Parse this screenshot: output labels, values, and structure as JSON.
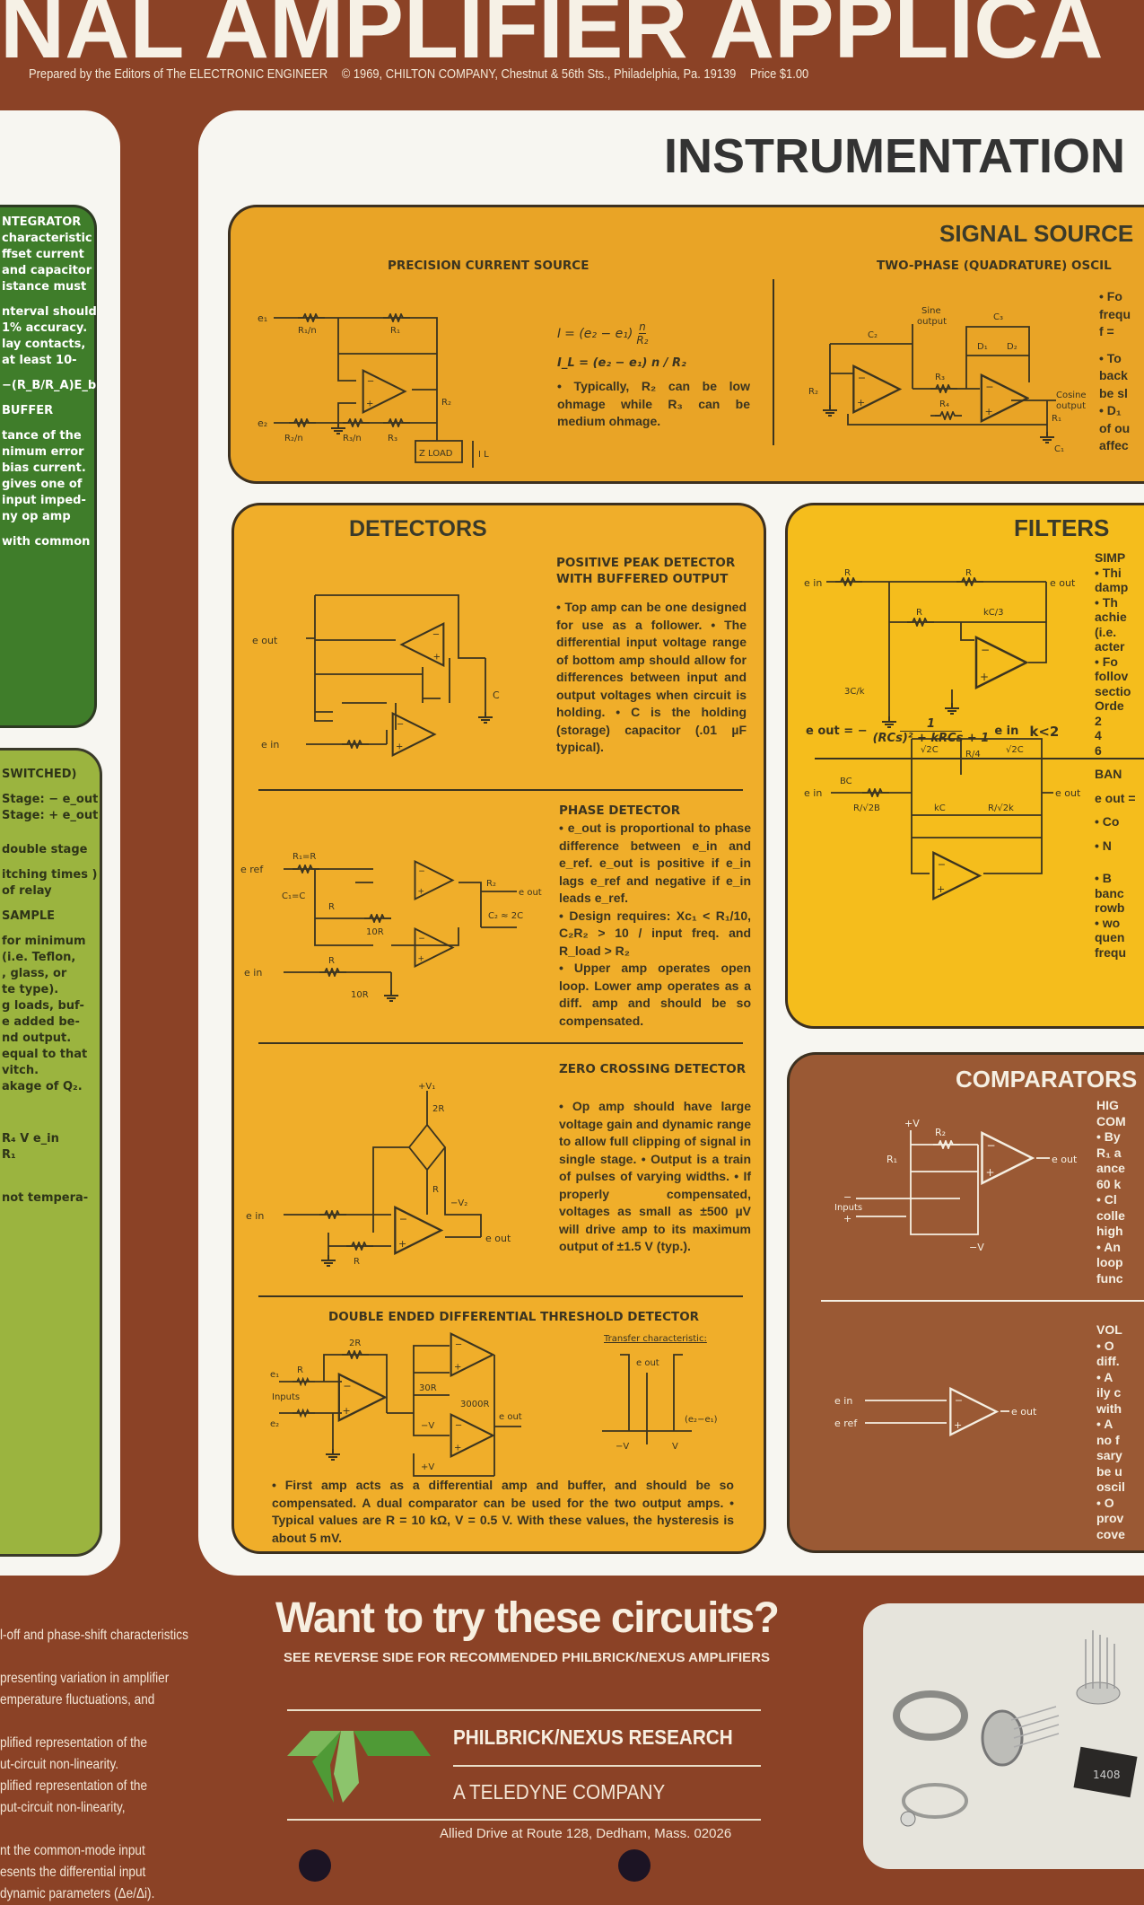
{
  "header": {
    "title": "NAL AMPLIFIER APPLICA",
    "credit": "Prepared by the Editors of The ELECTRONIC ENGINEER",
    "copyright": "© 1969, CHILTON COMPANY, Chestnut & 56th Sts., Philadelphia, Pa. 19139",
    "price": "Price $1.00"
  },
  "left_column": {
    "green_lines": [
      "NTEGRATOR",
      "characteristic",
      "ffset current",
      "and capacitor",
      "istance must",
      "",
      "nterval should",
      "1% accuracy.",
      "lay contacts,",
      " at least 10-",
      "",
      "−(R_B/R_A)E_b",
      "",
      "BUFFER",
      "",
      "tance of the",
      "nimum error",
      "bias current.",
      "gives one of",
      "input imped-",
      "ny op amp",
      "",
      "with common"
    ],
    "lgreen_lines": [
      "",
      "SWITCHED)",
      "",
      "Stage: − e_out",
      "Stage: + e_out",
      "",
      "",
      "double stage",
      "",
      "itching times )",
      "of relay",
      "",
      "SAMPLE",
      "",
      "for minimum",
      "(i.e. Teflon,",
      ", glass, or",
      "te type).",
      "g loads, buf-",
      "e added be-",
      "nd output.",
      "equal to that",
      "vitch.",
      "akage of Q₂.",
      "",
      "",
      "",
      "",
      "R₄ V     e_in",
      "R₁",
      "",
      "",
      "",
      "not tempera-"
    ]
  },
  "instrumentation_title": "INSTRUMENTATION",
  "signal_sources": {
    "title": "SIGNAL SOURCE",
    "current_source": {
      "title": "PRECISION CURRENT SOURCE",
      "formula": "I_L = (e₂ − e₁) n / R₂",
      "formula_left": "I",
      "formula_mid": "= (e₂ − e₁)",
      "formula_num": "n",
      "formula_den": "R₂",
      "note": "• Typically, R₂ can be low ohmage while R₃ can be medium ohmage.",
      "labels": {
        "e1": "e₁",
        "e2": "e₂",
        "r1n": "R₁/n",
        "r1": "R₁",
        "r2n": "R₂/n",
        "r3n": "R₃/n",
        "r3": "R₃",
        "r2": "R₂",
        "zload": "Z LOAD",
        "il": "I L"
      }
    },
    "oscillator": {
      "title": "TWO-PHASE (QUADRATURE) OSCIL",
      "labels": {
        "sine": "Sine",
        "sine2": "output",
        "cosine": "Cosine",
        "cosine2": "output",
        "c1": "C₁",
        "c2": "C₂",
        "c3": "C₃",
        "d1": "D₁",
        "d2": "D₂",
        "r1": "R₁",
        "r2": "R₂",
        "r3": "R₃",
        "r4": "R₄"
      },
      "fragments": [
        "• Fo",
        "frequ",
        "f = ",
        "",
        "• To",
        "back",
        "be sl",
        "• D₁",
        "of ou",
        "affec"
      ]
    }
  },
  "detectors": {
    "title": "DETECTORS",
    "peak": {
      "title1": "POSITIVE PEAK DETECTOR",
      "title2": "WITH BUFFERED OUTPUT",
      "text": "• Top amp can be one designed for use as a follower. • The differential input voltage range of bottom amp should allow for differences between input and output voltages when circuit is holding. • C is the holding (storage) capacitor (.01 µF typical).",
      "labels": {
        "eout": "e out",
        "ein": "e in",
        "c": "C"
      }
    },
    "phase": {
      "title": "PHASE DETECTOR",
      "text1": "• e_out is proportional to phase difference between e_in and e_ref. e_out is positive if e_in lags e_ref and negative if e_in leads e_ref.",
      "text2": "• Design requires: Xc₁ < R₁/10, C₂R₂ > 10 / input freq. and R_load > R₂",
      "text3": "• Upper amp operates open loop. Lower amp operates as a diff. amp and should be so compensated.",
      "labels": {
        "eref": "e ref",
        "ein": "e in",
        "r1r": "R₁=R",
        "c1c": "C₁=C",
        "r": "R",
        "r2": "R",
        "tenr": "10R",
        "tenr2": "10R",
        "r2b": "R₂",
        "eout": "e out",
        "c2": "C₂ ≈ 2C"
      }
    },
    "zero": {
      "title": "ZERO CROSSING DETECTOR",
      "text": "• Op amp should have large voltage gain and dynamic range to allow full clipping of signal in single stage. • Output is a train of pulses of varying widths. • If properly compensated, voltages as small as ±500 µV will drive amp to its maximum output of ±1.5 V (typ.).",
      "labels": {
        "v1": "+V₁",
        "v2": "−V₂",
        "r2": "2R",
        "r": "R",
        "rr": "R",
        "ein": "e in",
        "eout": "e out"
      }
    },
    "threshold": {
      "title": "DOUBLE ENDED DIFFERENTIAL THRESHOLD DETECTOR",
      "transfer": "Transfer characteristic:",
      "text": "• First amp acts as a differential amp and buffer, and should be so compensated. A dual comparator can be used for the two output amps. • Typical values are R = 10 kΩ, V = 0.5 V. With these values, the hysteresis is about 5 mV.",
      "labels": {
        "e1": "e₁",
        "e2": "e₂",
        "inputs": "Inputs",
        "r": "R",
        "r2": "2R",
        "r30": "30R",
        "r3000": "3000R",
        "mv": "−V",
        "pv": "+V",
        "eout": "e out",
        "xm": "−V",
        "xp": "V",
        "xlab": "(e₂−e₁)"
      }
    }
  },
  "filters": {
    "title": "FILTERS",
    "formula": "e_out = − 1 / ((RCs)² + kRCs + 1) · e_in   k<2",
    "f_left": "e out = −",
    "f_num": "1",
    "f_den": "(RCs)² + kRCs + 1",
    "f_right": "e in",
    "f_cond": "k<2",
    "labels": {
      "ein": "e in",
      "eout": "e out",
      "r": "R",
      "kc3": "kC/3",
      "c3k": "3C/k",
      "bc": "BC",
      "rs2b": "R/√2B",
      "s2c": "√2C",
      "r4": "R/4",
      "kc": "kC",
      "rs2k": "R/√2k"
    },
    "fragments": [
      "SIMP",
      "• Thi",
      "damp",
      "• Th",
      "achie",
      "(i.e.",
      "acter",
      "• Fo",
      "follov",
      "sectio",
      "Orde",
      " 2",
      " 4",
      " 6",
      "",
      "BAN",
      "",
      "e out =",
      "",
      "• Co",
      "",
      "• N",
      "",
      "",
      "• B",
      "banc",
      "rowb",
      "• wo",
      "quen",
      "frequ"
    ]
  },
  "comparators": {
    "title": "COMPARATORS",
    "labels": {
      "pv": "+V",
      "mv": "−V",
      "r1": "R₁",
      "r2": "R₂",
      "eout": "e out",
      "inputs": "Inputs",
      "minus": "−",
      "plus": "+",
      "ein": "e in",
      "eref": "e ref",
      "eout2": "e out"
    },
    "fragments": [
      "HIG",
      "COM",
      "• By",
      "R₁ a",
      "ance",
      "60 k",
      "• Cl",
      "colle",
      "high",
      "• An",
      "loop",
      "func",
      "",
      "",
      "",
      "",
      "VOL",
      "• O",
      "diff.",
      "• A",
      "ily c",
      "with",
      "• A",
      "no f",
      "sary",
      "be u",
      "oscil",
      "• O",
      "prov",
      "cove"
    ]
  },
  "bottom": {
    "left_lines": [
      "l-off and phase-shift characteristics",
      "",
      "presenting variation in amplifier",
      "emperature fluctuations, and",
      "",
      "plified representation of the",
      "ut-circuit non-linearity.",
      "plified representation of the",
      "put-circuit non-linearity,",
      "",
      "nt the common-mode input",
      "esents the differential input",
      "dynamic parameters (Δe/Δi)."
    ],
    "headline": "Want to try these circuits?",
    "subline": "SEE REVERSE SIDE FOR RECOMMENDED PHILBRICK/NEXUS AMPLIFIERS",
    "company": "PHILBRICK/NEXUS RESEARCH",
    "parent": "A TELEDYNE COMPANY",
    "address": "Allied Drive at Route 128, Dedham, Mass. 02026",
    "logo_color": "#5fa040",
    "photo_label": "1408"
  }
}
